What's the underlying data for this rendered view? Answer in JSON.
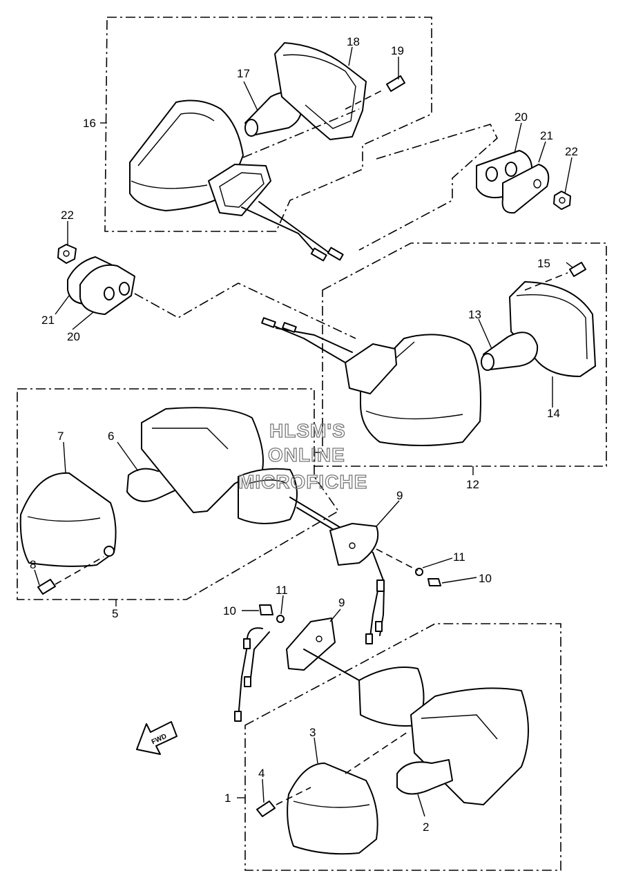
{
  "callouts": {
    "c1": "1",
    "c2": "2",
    "c3": "3",
    "c4": "4",
    "c5": "5",
    "c6": "6",
    "c7": "7",
    "c8": "8",
    "c9a": "9",
    "c9b": "9",
    "c10a": "10",
    "c10b": "10",
    "c11a": "11",
    "c11b": "11",
    "c12": "12",
    "c13": "13",
    "c14": "14",
    "c15": "15",
    "c16": "16",
    "c17": "17",
    "c18": "18",
    "c19": "19",
    "c20a": "20",
    "c20b": "20",
    "c21a": "21",
    "c21b": "21",
    "c22a": "22",
    "c22b": "22"
  },
  "watermark": {
    "line1": "HLSM'S",
    "line2": "ONLINE",
    "line3": "MICROFICHE"
  },
  "fwd_arrow": {
    "label": "FWD",
    "icon": "fwd-arrow-icon"
  },
  "colors": {
    "ink": "#000000",
    "background": "#ffffff",
    "watermark": "#777777"
  }
}
